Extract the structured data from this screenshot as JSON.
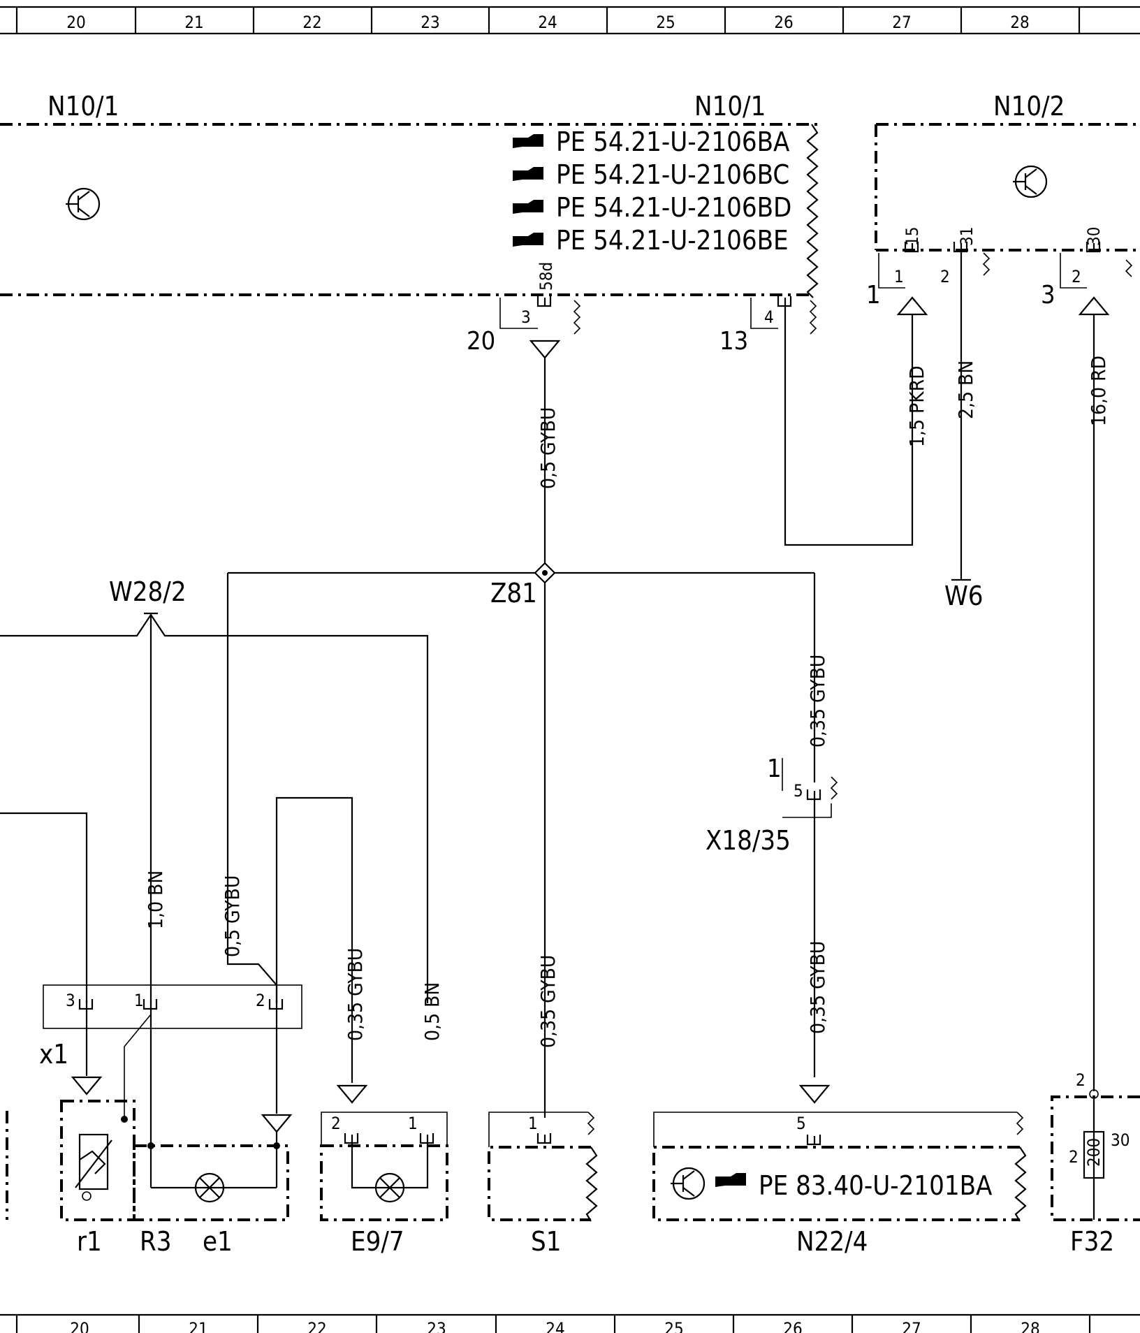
{
  "grid": {
    "columns": [
      "20",
      "21",
      "22",
      "23",
      "24",
      "25",
      "26",
      "27",
      "28"
    ]
  },
  "components": {
    "n10_1_left": "N10/1",
    "n10_1_right": "N10/1",
    "n10_2": "N10/2",
    "w28_2": "W28/2",
    "z81": "Z81",
    "w6": "W6",
    "x18_35": "X18/35",
    "x1": "x1",
    "r1": "r1",
    "r3": "R3",
    "e1": "e1",
    "e9_7": "E9/7",
    "s1": "S1",
    "n22_4": "N22/4",
    "f32": "F32"
  },
  "references": [
    "PE 54.21-U-2106BA",
    "PE 54.21-U-2106BC",
    "PE 54.21-U-2106BD",
    "PE 54.21-U-2106BE"
  ],
  "reference_n22_4": "PE 83.40-U-2101BA",
  "connector_labels": {
    "n10_1_pin": "3",
    "n10_1_pin_term": "58d",
    "n10_1_conn_a": "20",
    "n10_1_pin_b": "4",
    "n10_1_conn_b": "13",
    "n10_2_pin1": "1",
    "n10_2_term1": "15",
    "n10_2_conn1": "1",
    "n10_2_pin2": "2",
    "n10_2_term2": "31",
    "n10_2_pin3": "2",
    "n10_2_term3": "30",
    "n10_2_conn3": "3",
    "x18_pin": "5",
    "x18_conn": "1",
    "x1_pin3": "3",
    "x1_pin1": "1",
    "x1_pin2": "2",
    "e9_pin2": "2",
    "e9_pin1": "1",
    "s1_pin1": "1",
    "n22_pin5": "5",
    "f32_pin2": "2",
    "f32_fuse_left": "2",
    "f32_fuse_value": "200",
    "f32_fuse_term": "30"
  },
  "wires": {
    "n10_1_out": "0,5 GYBU",
    "n10_2_pin1": "1,5 PKRD",
    "n10_2_pin2": "2,5 BN",
    "n10_2_pin3": "16,0 RD",
    "z81_right_upper": "0,35 GYBU",
    "z81_right_lower": "0,35 GYBU",
    "w28_bn": "1,0 BN",
    "x1_gybu": "0,5 GYBU",
    "e9_gybu": "0,35 GYBU",
    "e9_bn": "0,5 BN",
    "s1_gybu": "0,35 GYBU"
  }
}
